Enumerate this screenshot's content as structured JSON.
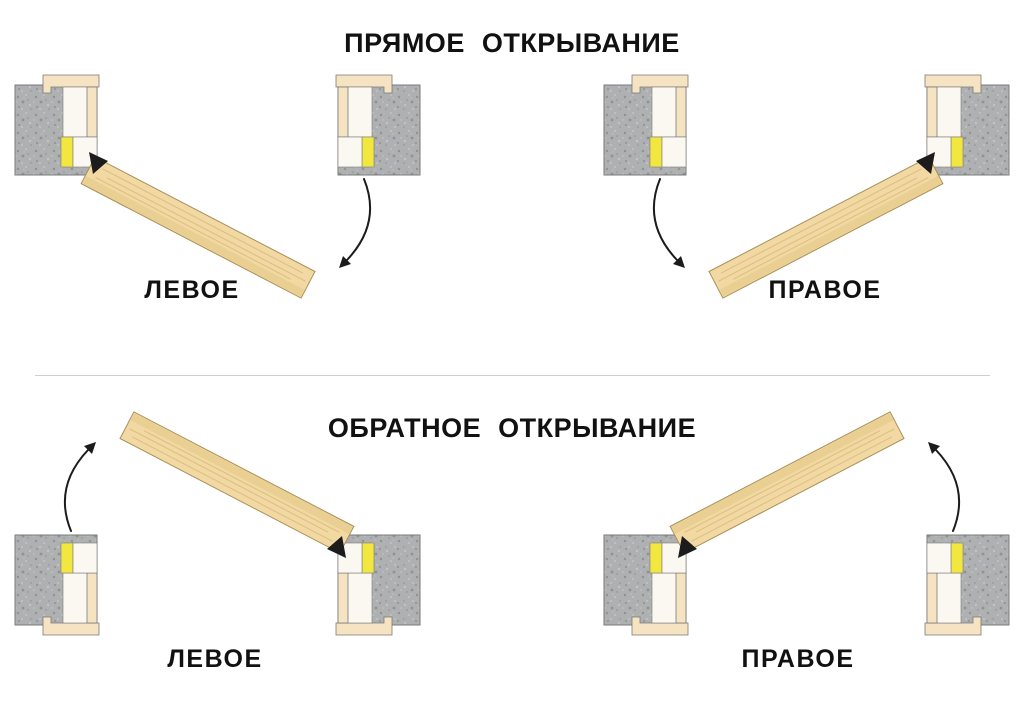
{
  "sections": {
    "direct": {
      "title": "ПРЯМОЕ ОТКРЫВАНИЕ",
      "left_label": "ЛЕВОЕ",
      "right_label": "ПРАВОЕ"
    },
    "reverse": {
      "title": "ОБРАТНОЕ ОТКРЫВАНИЕ",
      "left_label": "ЛЕВОЕ",
      "right_label": "ПРАВОЕ"
    }
  },
  "colors": {
    "page_bg": "#ffffff",
    "text": "#111111",
    "divider": "#cfcfcf",
    "wall": "#aeb0b1",
    "wall_speckle_dark": "#8f9193",
    "wall_speckle_light": "#c9cbcc",
    "frame_wood": "#f5e3c2",
    "frame_white": "#fbf8f1",
    "seal_yellow": "#f2e73e",
    "door_wood": "#f2d9a4",
    "door_shade": "#e9cf92",
    "door_grain": "#dfc183",
    "door_edge": "#a98e55",
    "line": "#7a7a7a",
    "arrow": "#1c1c1c"
  }
}
